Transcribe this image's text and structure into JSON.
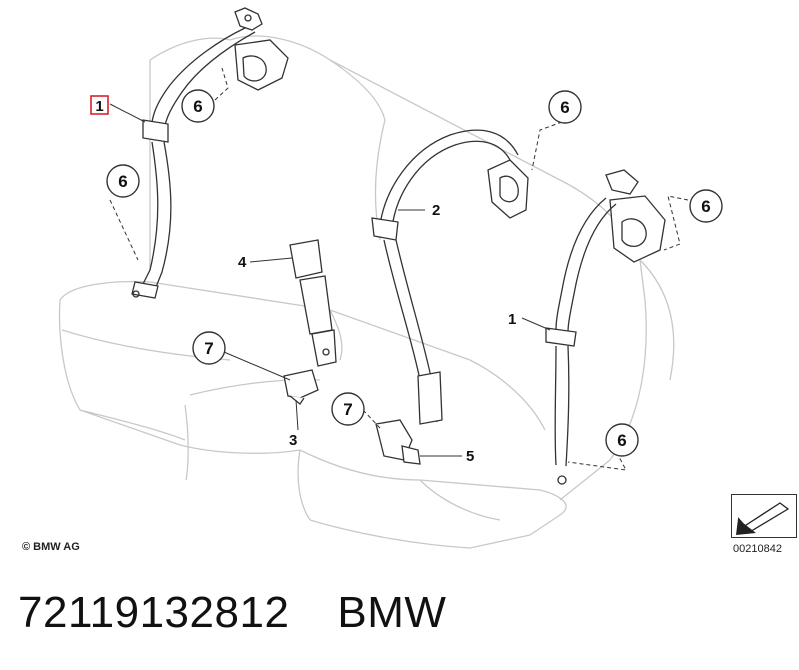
{
  "callouts": {
    "c1_boxed": "1",
    "c1_right": "1",
    "c2": "2",
    "c3": "3",
    "c4": "4",
    "c5": "5",
    "c6a": "6",
    "c6b": "6",
    "c6c": "6",
    "c6d": "6",
    "c6e": "6",
    "c7a": "7",
    "c7b": "7"
  },
  "copyright": "© BMW AG",
  "reference_code": "00210842",
  "footer": {
    "part_number": "72119132812",
    "brand": "BMW"
  },
  "colors": {
    "line": "#333333",
    "seat_outline": "#c8c8c8",
    "highlight_box": "#d9232e"
  },
  "icons": {
    "corner_symbol": "arrow-pointer-icon"
  }
}
